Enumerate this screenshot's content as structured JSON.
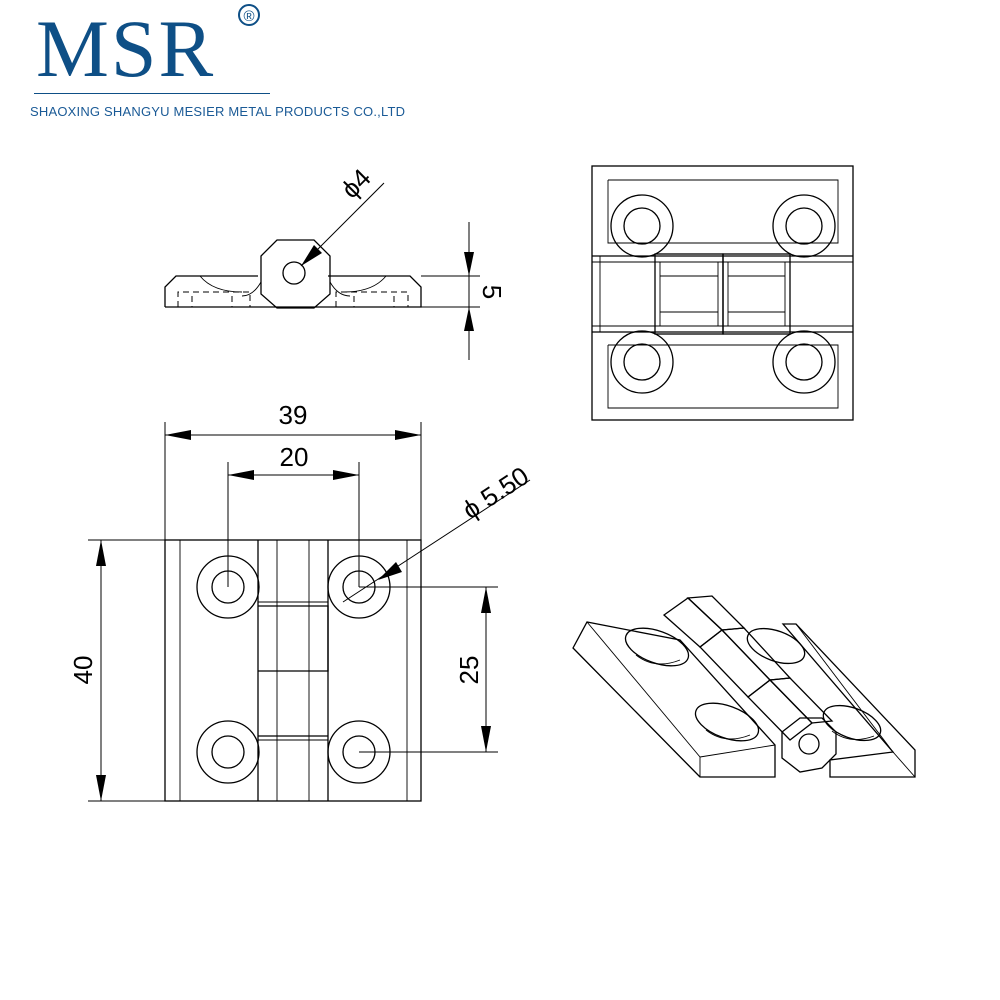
{
  "brand": {
    "logo": "MSR",
    "registered_mark": "®",
    "company": "SHAOXING SHANGYU MESIER METAL PRODUCTS CO.,LTD",
    "color": "#0e4f86"
  },
  "dimensions": {
    "pin_diameter": "ϕ4",
    "thickness": "5",
    "overall_width": "39",
    "hole_spacing_horizontal": "20",
    "hole_diameter": "ϕ 5.50",
    "overall_height": "40",
    "hole_spacing_vertical": "25"
  }
}
